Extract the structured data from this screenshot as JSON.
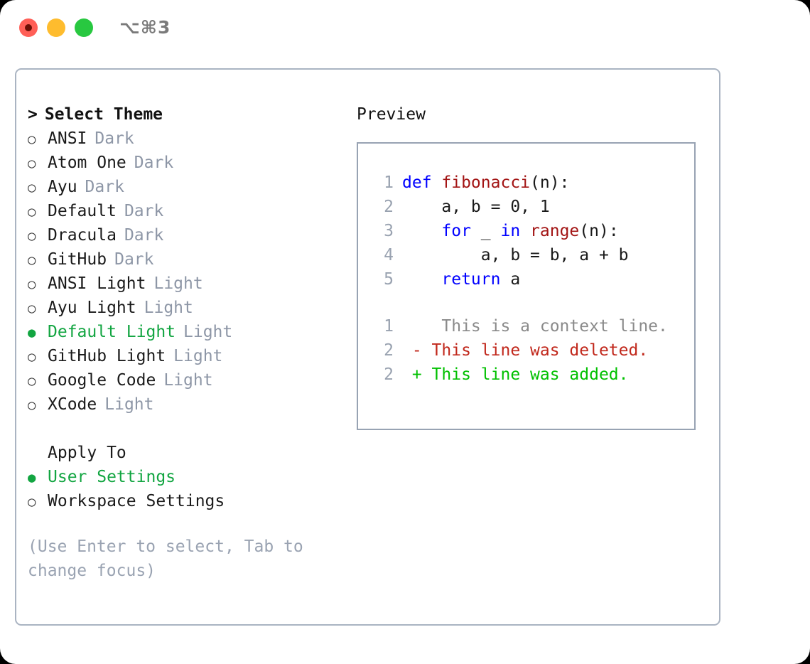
{
  "titlebar": {
    "traffic_lights": [
      {
        "name": "close",
        "color": "#ff5f57"
      },
      {
        "name": "minimize",
        "color": "#febc2e"
      },
      {
        "name": "zoom",
        "color": "#28c840"
      }
    ],
    "shortcut": "⌥⌘3"
  },
  "theme_picker": {
    "title": "Select Theme",
    "caret": ">",
    "bullet_unselected": "○",
    "bullet_selected": "●",
    "options": [
      {
        "label": "ANSI",
        "suffix": "Dark",
        "selected": false
      },
      {
        "label": "Atom One",
        "suffix": "Dark",
        "selected": false
      },
      {
        "label": "Ayu",
        "suffix": "Dark",
        "selected": false
      },
      {
        "label": "Default",
        "suffix": "Dark",
        "selected": false
      },
      {
        "label": "Dracula",
        "suffix": "Dark",
        "selected": false
      },
      {
        "label": "GitHub",
        "suffix": "Dark",
        "selected": false
      },
      {
        "label": "ANSI Light",
        "suffix": "Light",
        "selected": false
      },
      {
        "label": "Ayu Light",
        "suffix": "Light",
        "selected": false
      },
      {
        "label": "Default Light",
        "suffix": "Light",
        "selected": true
      },
      {
        "label": "GitHub Light",
        "suffix": "Light",
        "selected": false
      },
      {
        "label": "Google Code",
        "suffix": "Light",
        "selected": false
      },
      {
        "label": "XCode",
        "suffix": "Light",
        "selected": false
      }
    ]
  },
  "apply_to": {
    "title": "Apply To",
    "options": [
      {
        "label": "User Settings",
        "selected": true
      },
      {
        "label": "Workspace Settings",
        "selected": false
      }
    ]
  },
  "hint": "(Use Enter to select, Tab to change focus)",
  "preview": {
    "title": "Preview",
    "code_lines": [
      {
        "number": "1",
        "tokens": [
          {
            "text": "def ",
            "kind": "kw"
          },
          {
            "text": "fibonacci",
            "kind": "fn"
          },
          {
            "text": "(n):",
            "kind": "pl"
          }
        ]
      },
      {
        "number": "2",
        "tokens": [
          {
            "text": "    a, b = 0, 1",
            "kind": "pl"
          }
        ]
      },
      {
        "number": "3",
        "tokens": [
          {
            "text": "    ",
            "kind": "pl"
          },
          {
            "text": "for ",
            "kind": "kw"
          },
          {
            "text": "_ ",
            "kind": "pl"
          },
          {
            "text": "in ",
            "kind": "kw"
          },
          {
            "text": "range",
            "kind": "fn"
          },
          {
            "text": "(n):",
            "kind": "pl"
          }
        ]
      },
      {
        "number": "4",
        "tokens": [
          {
            "text": "        a, b = b, a + b",
            "kind": "pl"
          }
        ]
      },
      {
        "number": "5",
        "tokens": [
          {
            "text": "    ",
            "kind": "pl"
          },
          {
            "text": "return ",
            "kind": "kw"
          },
          {
            "text": "a",
            "kind": "pl"
          }
        ]
      }
    ],
    "diff_lines": [
      {
        "number": "1",
        "marker": " ",
        "text": "  This is a context line.",
        "kind": "ctx"
      },
      {
        "number": "2",
        "marker": "-",
        "text": " This line was deleted.",
        "kind": "del"
      },
      {
        "number": "2",
        "marker": "+",
        "text": " This line was added.",
        "kind": "add"
      }
    ]
  },
  "colors": {
    "accent_green": "#12a541",
    "diff_add_green": "#00c000",
    "diff_del_red": "#c1281c",
    "keyword_blue": "#0000ff",
    "function_red": "#a31515",
    "muted_gray": "#8d96a6",
    "border_gray": "#aab4c2"
  }
}
